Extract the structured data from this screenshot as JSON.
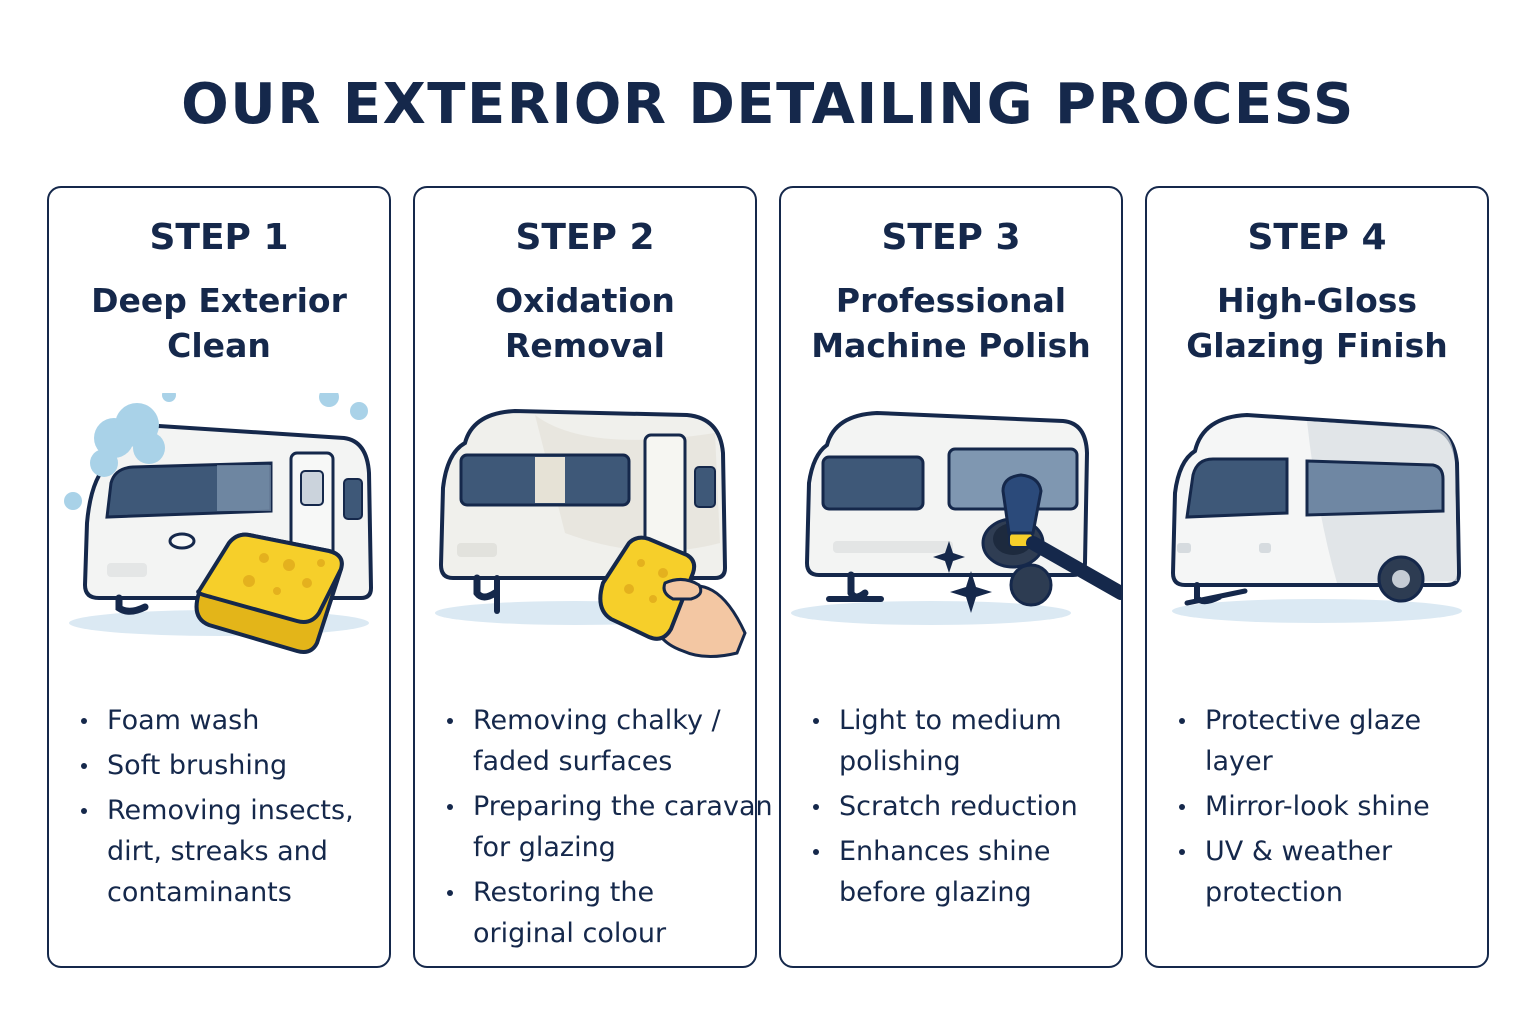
{
  "title": "OUR EXTERIOR DETAILING PROCESS",
  "colors": {
    "navy": "#15284b",
    "sponge": "#f6cf2a",
    "foam": "#a9d2e8",
    "caravan": "#f2f3f2"
  },
  "steps": [
    {
      "label": "STEP 1",
      "title": [
        "Deep Exterior",
        "Clean"
      ],
      "icon": "caravan-foam-sponge-icon",
      "bullets": [
        [
          "Foam wash"
        ],
        [
          "Soft brushing"
        ],
        [
          "Removing insects,",
          "dirt, streaks and",
          "contaminants"
        ]
      ]
    },
    {
      "label": "STEP 2",
      "title": [
        "Oxidation",
        "Removal"
      ],
      "icon": "caravan-hand-sponge-icon",
      "bullets": [
        [
          "Removing chalky /",
          "faded surfaces"
        ],
        [
          "Preparing the caravan",
          "for glazing"
        ],
        [
          "Restoring the",
          "original colour"
        ]
      ]
    },
    {
      "label": "STEP 3",
      "title": [
        "Professional",
        "Machine Polish"
      ],
      "icon": "caravan-polisher-icon",
      "bullets": [
        [
          "Light to medium",
          "polishing"
        ],
        [
          "Scratch reduction"
        ],
        [
          "Enhances shine",
          "before glazing"
        ]
      ]
    },
    {
      "label": "STEP 4",
      "title": [
        "High-Gloss",
        "Glazing Finish"
      ],
      "icon": "glossy-caravan-icon",
      "bullets": [
        [
          "Protective glaze",
          "layer"
        ],
        [
          "Mirror-look shine"
        ],
        [
          "UV & weather",
          "protection"
        ]
      ]
    }
  ]
}
